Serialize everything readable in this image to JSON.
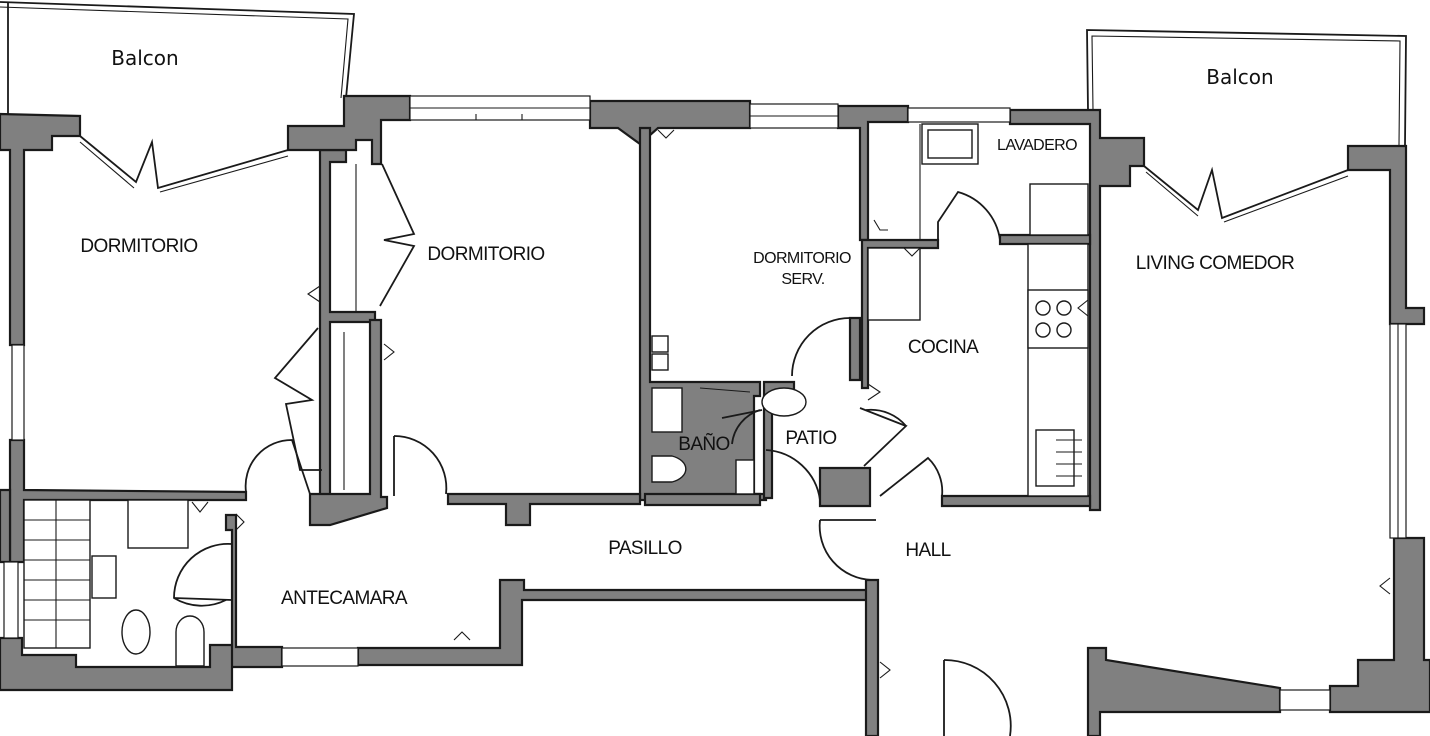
{
  "rooms": {
    "balcon_left": "Balcon",
    "balcon_right": "Balcon",
    "dormitorio_1": "DORMITORIO",
    "dormitorio_2": "DORMITORIO",
    "dormitorio_serv_line1": "DORMITORIO",
    "dormitorio_serv_line2": "SERV.",
    "lavadero": "LAVADERO",
    "living_comedor": "LIVING COMEDOR",
    "cocina": "COCINA",
    "bano": "BAÑO",
    "patio": "PATIO",
    "pasillo": "PASILLO",
    "hall": "HALL",
    "antecamara": "ANTECAMARA"
  },
  "colors": {
    "wall_fill": "#808080",
    "line": "#1a1a1a",
    "background": "#ffffff"
  }
}
